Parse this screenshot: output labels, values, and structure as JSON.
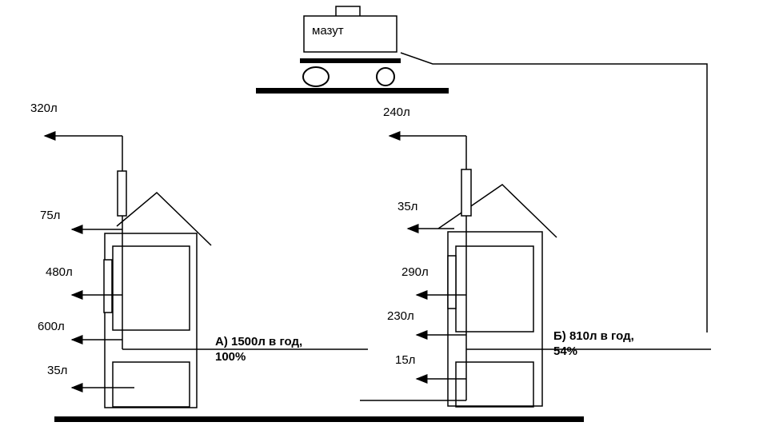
{
  "tank": {
    "label": "мазут"
  },
  "house_a": {
    "chimney_loss": "320л",
    "roof_loss": "75л",
    "window_loss": "480л",
    "wall_loss": "600л",
    "floor_loss": "35л",
    "caption_line1": "А)  1500л в год,",
    "caption_line2": "100%"
  },
  "house_b": {
    "chimney_loss": "240л",
    "roof_loss": "35л",
    "window_loss": "290л",
    "wall_loss": "230л",
    "floor_loss": "15л",
    "caption_line1": "Б)  810л в год,",
    "caption_line2": "54%"
  },
  "colors": {
    "stroke": "#000000",
    "background": "#ffffff"
  }
}
